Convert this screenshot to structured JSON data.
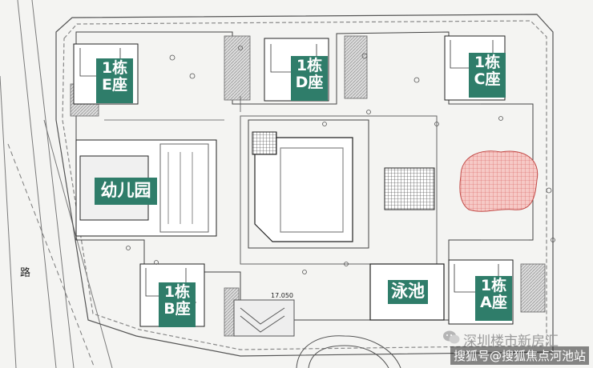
{
  "buildings": {
    "e": {
      "line1": "1栋",
      "line2": "E座"
    },
    "d": {
      "line1": "1栋",
      "line2": "D座"
    },
    "c": {
      "line1": "1栋",
      "line2": "C座"
    },
    "b": {
      "line1": "1栋",
      "line2": "B座"
    },
    "a": {
      "line1": "1栋",
      "line2": "A座"
    }
  },
  "facilities": {
    "kindergarten": "幼儿园",
    "pool": "泳池"
  },
  "road_label": "路",
  "elevation_label": "17.050",
  "watermark": {
    "account": "深圳楼市新房汇",
    "source": "搜狐号@搜狐焦点河池站"
  },
  "colors": {
    "label_bg": "#2f7d6a",
    "label_text": "#ffffff",
    "hatch": "#9a9a9a",
    "pink_feature": "#e87a7a"
  },
  "icons": {
    "watermark": "wechat-bubble-icon"
  }
}
